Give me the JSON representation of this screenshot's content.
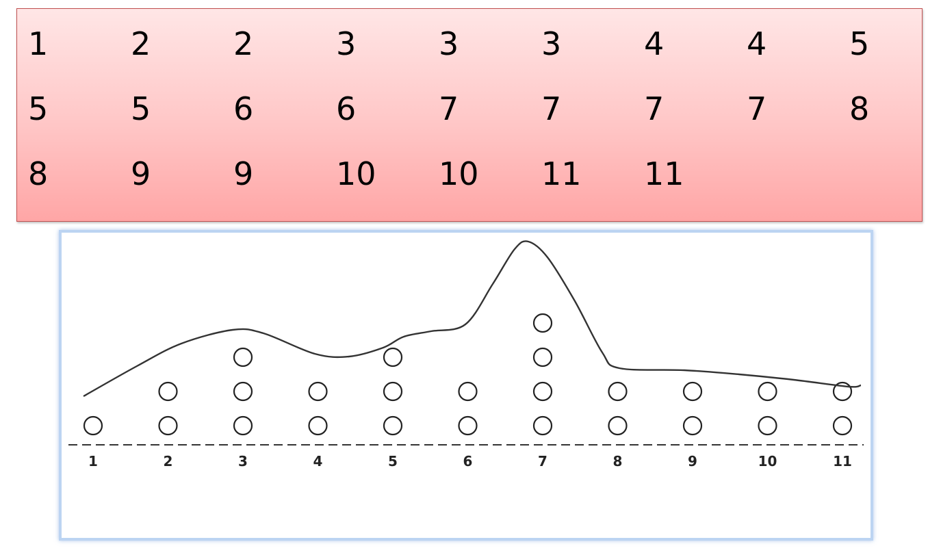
{
  "chart_data": {
    "type": "scatter",
    "subtype": "dot-plot",
    "data_list": [
      1,
      2,
      2,
      3,
      3,
      3,
      4,
      4,
      5,
      5,
      5,
      6,
      6,
      7,
      7,
      7,
      7,
      8,
      8,
      9,
      9,
      10,
      10,
      11,
      11
    ],
    "categories": [
      "1",
      "2",
      "3",
      "4",
      "5",
      "6",
      "7",
      "8",
      "9",
      "10",
      "11"
    ],
    "counts": [
      1,
      2,
      3,
      2,
      3,
      2,
      4,
      2,
      2,
      2,
      2
    ],
    "smooth_curve": true,
    "grid": false,
    "baseline": "dashed"
  }
}
